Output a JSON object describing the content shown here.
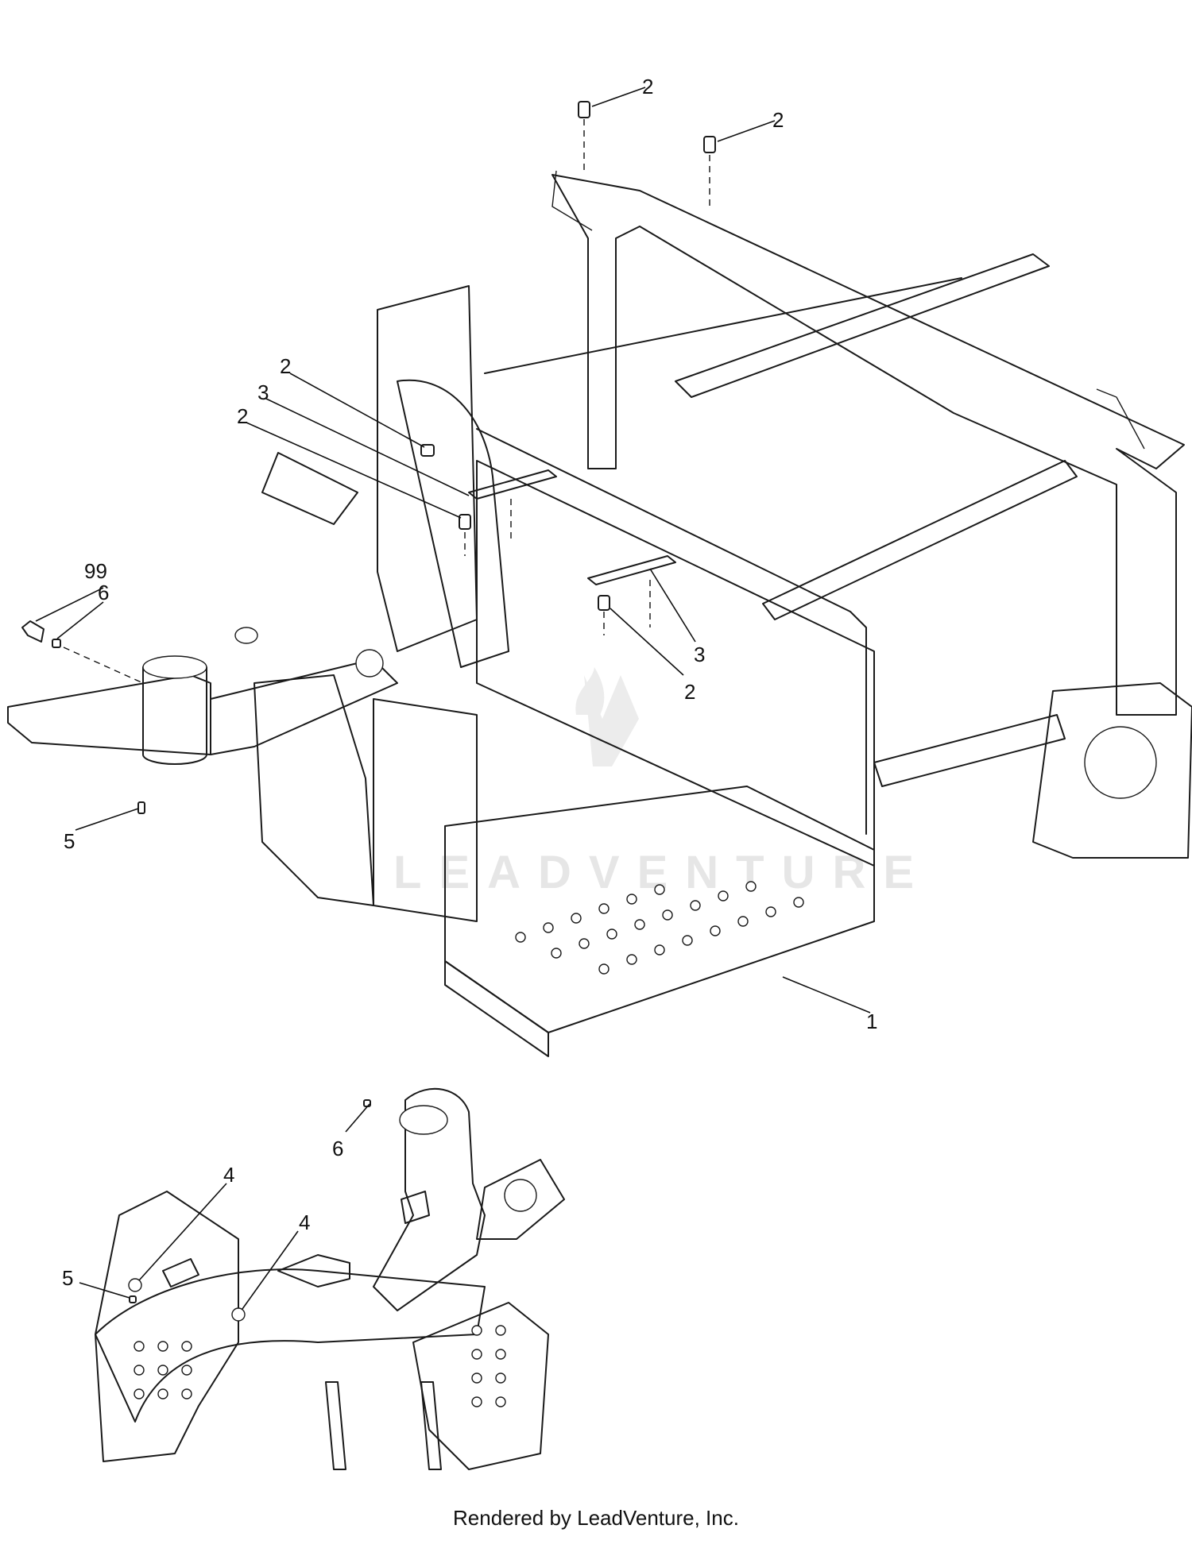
{
  "callouts": {
    "upper": [
      "2",
      "2",
      "2",
      "3",
      "2",
      "99",
      "6",
      "5",
      "3",
      "2",
      "1"
    ],
    "lower": [
      "6",
      "4",
      "4",
      "5"
    ]
  },
  "watermark": "LEADVENTURE",
  "credit": "Rendered by LeadVenture, Inc.",
  "colors": {
    "line": "#1a1a1a",
    "watermark": "#e6e6e6",
    "background": "#ffffff"
  }
}
